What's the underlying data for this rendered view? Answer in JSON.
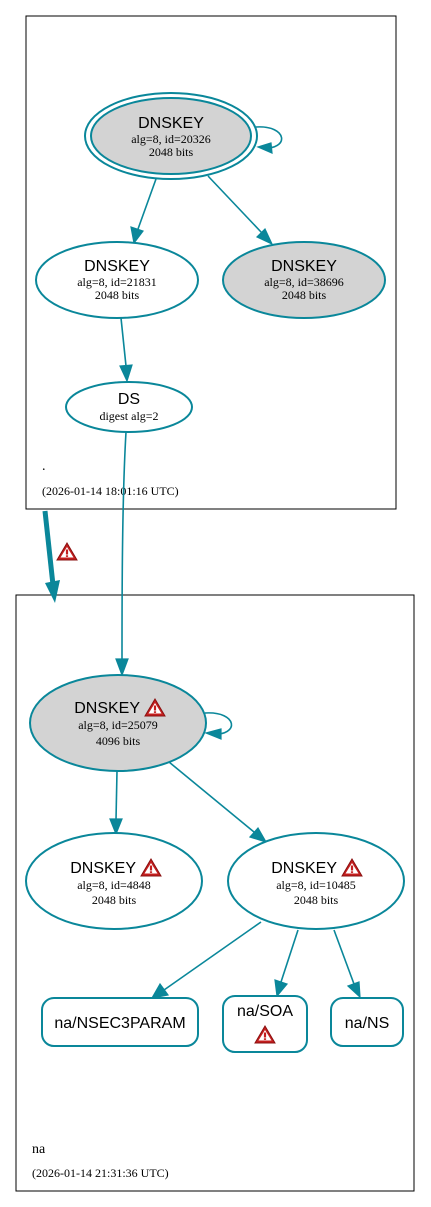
{
  "zones": {
    "root": {
      "name": ".",
      "timestamp": "(2026-01-14 18:01:16 UTC)"
    },
    "na": {
      "name": "na",
      "timestamp": "(2026-01-14 21:31:36 UTC)"
    }
  },
  "nodes": {
    "root_ksk": {
      "title": "DNSKEY",
      "line1": "alg=8, id=20326",
      "line2": "2048 bits"
    },
    "root_zsk1": {
      "title": "DNSKEY",
      "line1": "alg=8, id=21831",
      "line2": "2048 bits"
    },
    "root_zsk2": {
      "title": "DNSKEY",
      "line1": "alg=8, id=38696",
      "line2": "2048 bits"
    },
    "na_ds": {
      "title": "DS",
      "line1": "digest alg=2"
    },
    "na_ksk": {
      "title": "DNSKEY",
      "line1": "alg=8, id=25079",
      "line2": "4096 bits"
    },
    "na_zsk1": {
      "title": "DNSKEY",
      "line1": "alg=8, id=4848",
      "line2": "2048 bits"
    },
    "na_zsk2": {
      "title": "DNSKEY",
      "line1": "alg=8, id=10485",
      "line2": "2048 bits"
    },
    "na_nsec3param": {
      "title": "na/NSEC3PARAM"
    },
    "na_soa": {
      "title": "na/SOA"
    },
    "na_ns": {
      "title": "na/NS"
    }
  },
  "colors": {
    "edge": "#0a879a",
    "node_border": "#0a879a",
    "filled_node": "#d3d3d3",
    "warning": "#c41e1e"
  },
  "icons": {
    "warning": "warning-triangle-icon"
  }
}
